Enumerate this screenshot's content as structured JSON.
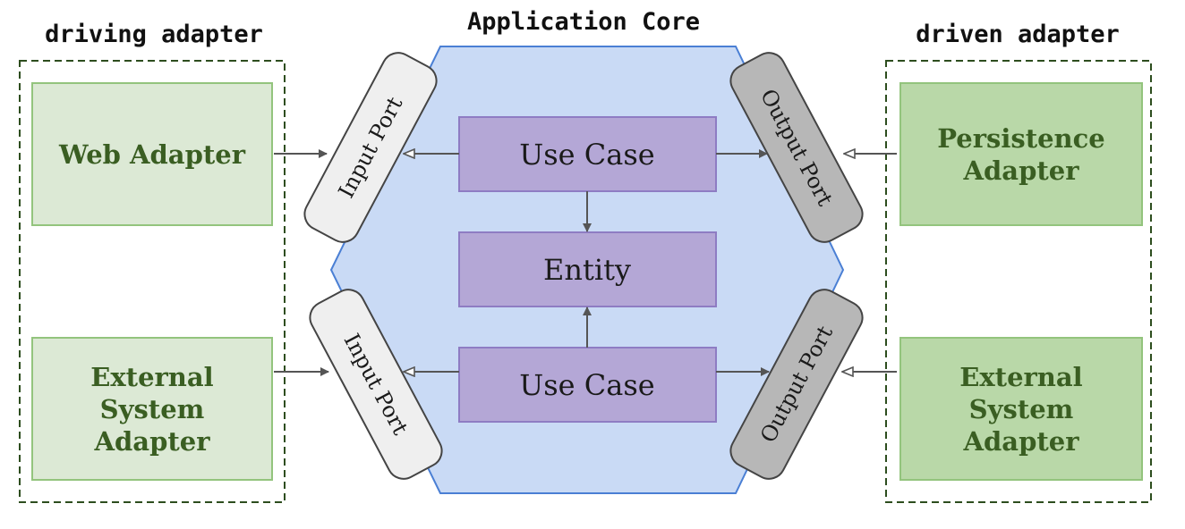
{
  "labels": {
    "driving": "driving adapter",
    "core": "Application Core",
    "driven": "driven adapter"
  },
  "driving_adapters": {
    "web": {
      "lines": [
        "Web Adapter"
      ]
    },
    "external": {
      "lines": [
        "External",
        "System",
        "Adapter"
      ]
    }
  },
  "driven_adapters": {
    "persistence": {
      "lines": [
        "Persistence",
        "Adapter"
      ]
    },
    "external": {
      "lines": [
        "External",
        "System",
        "Adapter"
      ]
    }
  },
  "core": {
    "use_case_top": "Use Case",
    "entity": "Entity",
    "use_case_bottom": "Use Case"
  },
  "ports": {
    "input_top": "Input Port",
    "input_bottom": "Input Port",
    "output_top": "Output Port",
    "output_bottom": "Output Port"
  },
  "colors": {
    "driving_adapter_fill": "#dce9d5",
    "driven_adapter_fill": "#b9d8a8",
    "adapter_text": "#3a5e22",
    "hexagon_fill": "#c9daf5",
    "hexagon_stroke": "#4a7fd4",
    "usecase_fill": "#b4a7d6",
    "input_port_fill": "#efefef",
    "output_port_fill": "#b7b7b7",
    "dashed_border": "#2d4d1e",
    "arrow": "#555555"
  }
}
